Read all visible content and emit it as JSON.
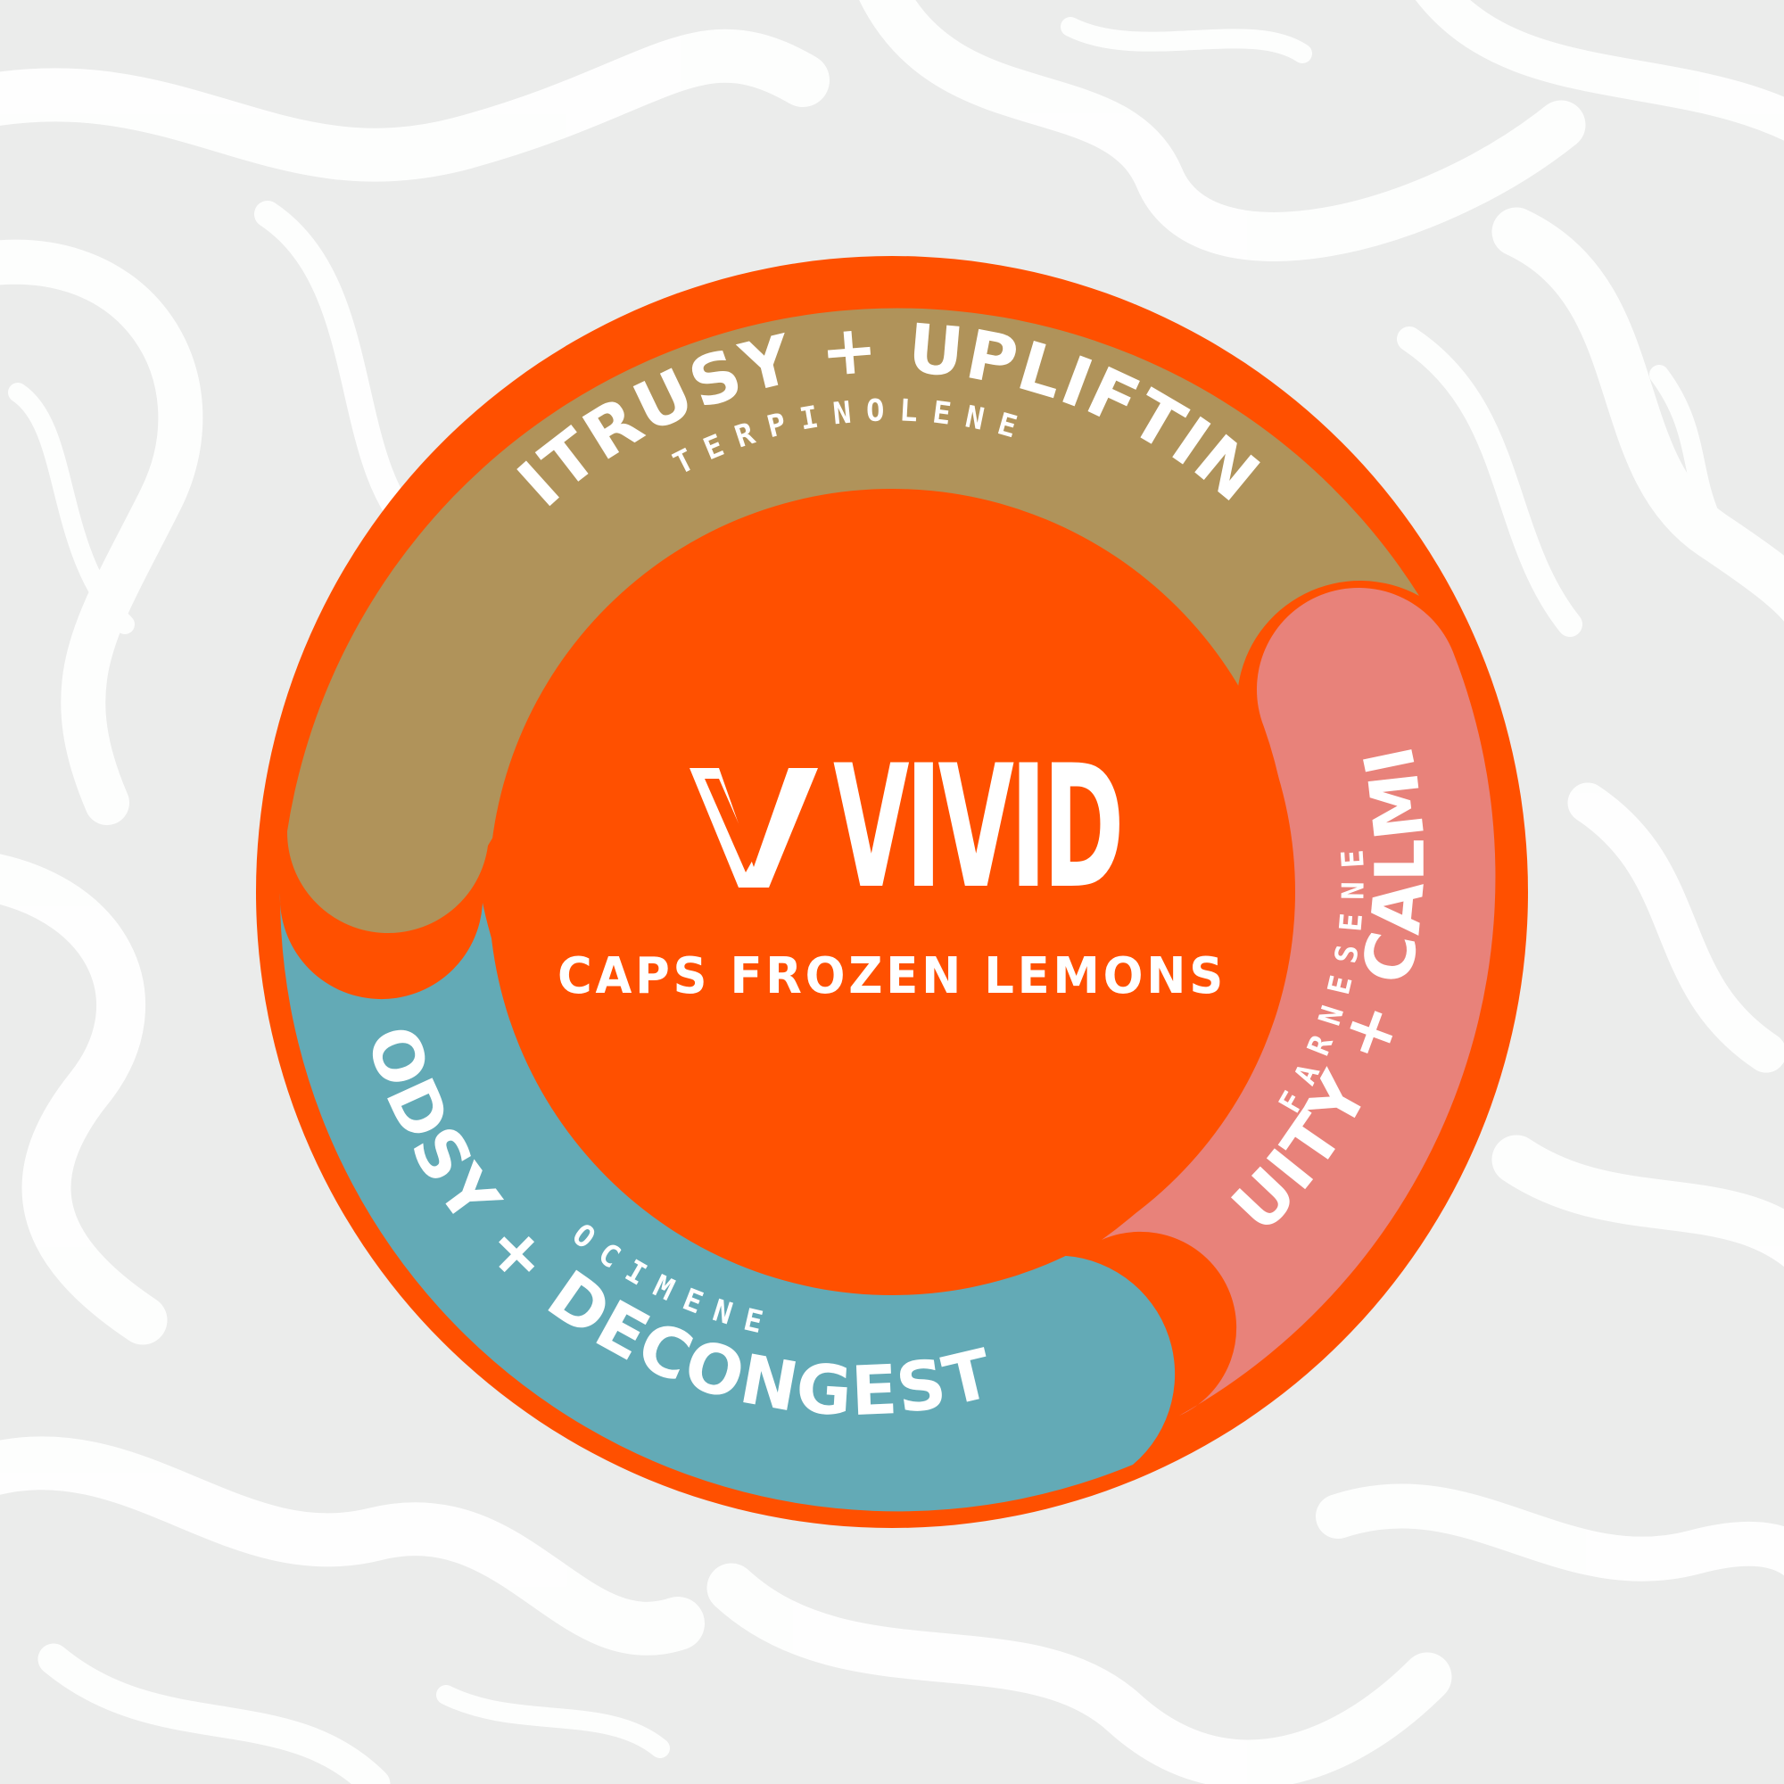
{
  "brand": {
    "name": "VIVID",
    "strain": "CAPS FROZEN LEMONS"
  },
  "segments": [
    {
      "key": "citrusy",
      "title": "CITRUSY + UPLIFTING",
      "terpene": "TERPINOLENE",
      "color": "#b0935a"
    },
    {
      "key": "fruity",
      "title": "FRUITY + CALMING",
      "terpene": "FARNESENE",
      "color": "#e8827a"
    },
    {
      "key": "woodsy",
      "title": "WOODSY + DECONGESTANT",
      "terpene": "OCIMENE",
      "color": "#63aab6"
    }
  ],
  "colors": {
    "center": "#ff5000",
    "ring": "#ff5000",
    "background": "#ebeceb",
    "swirl": "#ffffff"
  }
}
